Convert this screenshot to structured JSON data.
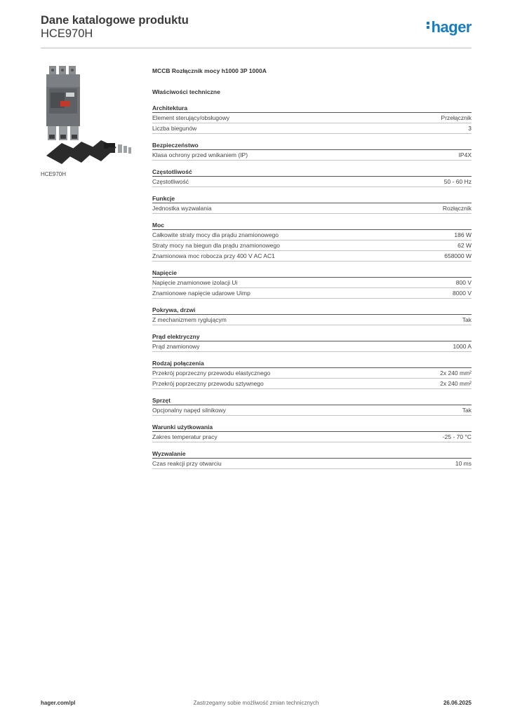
{
  "header": {
    "title": "Dane katalogowe produktu",
    "code": "HCE970H",
    "logo_text": "hager",
    "logo_color": "#1a7bc0"
  },
  "image_caption": "HCE970H",
  "product_name": "MCCB Rozłącznik mocy h1000 3P 1000A",
  "section_title": "Właściwości techniczne",
  "groups": [
    {
      "title": "Architektura",
      "rows": [
        {
          "label": "Element sterujący/obsługowy",
          "value": "Przełącznik"
        },
        {
          "label": "Liczba biegunów",
          "value": "3"
        }
      ]
    },
    {
      "title": "Bezpieczeństwo",
      "rows": [
        {
          "label": "Klasa ochrony przed wnikaniem (IP)",
          "value": "IP4X"
        }
      ]
    },
    {
      "title": "Częstotliwość",
      "rows": [
        {
          "label": "Częstotliwość",
          "value": "50 - 60 Hz"
        }
      ]
    },
    {
      "title": "Funkcje",
      "rows": [
        {
          "label": "Jednostka wyzwalania",
          "value": "Rozłącznik"
        }
      ]
    },
    {
      "title": "Moc",
      "rows": [
        {
          "label": "Całkowite straty mocy dla prądu znamionowego",
          "value": "186 W"
        },
        {
          "label": "Straty mocy na biegun dla prądu znamionowego",
          "value": "62 W"
        },
        {
          "label": "Znamionowa moc robocza przy 400 V AC AC1",
          "value": "658000 W"
        }
      ]
    },
    {
      "title": "Napięcie",
      "rows": [
        {
          "label": "Napięcie znamionowe izolacji Ui",
          "value": "800 V"
        },
        {
          "label": "Znamionowe napięcie udarowe Uimp",
          "value": "8000 V"
        }
      ]
    },
    {
      "title": "Pokrywa, drzwi",
      "rows": [
        {
          "label": "Z mechanizmem ryglującym",
          "value": "Tak"
        }
      ]
    },
    {
      "title": "Prąd elektryczny",
      "rows": [
        {
          "label": "Prąd znamionowy",
          "value": "1000 A"
        }
      ]
    },
    {
      "title": "Rodzaj połączenia",
      "rows": [
        {
          "label": "Przekrój poprzeczny przewodu elastycznego",
          "value": "2x 240 mm²"
        },
        {
          "label": "Przekrój poprzeczny przewodu sztywnego",
          "value": "2x 240 mm²"
        }
      ]
    },
    {
      "title": "Sprzęt",
      "rows": [
        {
          "label": "Opcjonalny napęd silnikowy",
          "value": "Tak"
        }
      ]
    },
    {
      "title": "Warunki użytkowania",
      "rows": [
        {
          "label": "Zakres temperatur pracy",
          "value": "-25 - 70 °C"
        }
      ]
    },
    {
      "title": "Wyzwalanie",
      "rows": [
        {
          "label": "Czas reakcji przy otwarciu",
          "value": "10 ms"
        }
      ]
    }
  ],
  "footer": {
    "url": "hager.com/pl",
    "note": "Zastrzegamy sobie możliwość zmian technicznych",
    "date": "26.06.2025"
  }
}
